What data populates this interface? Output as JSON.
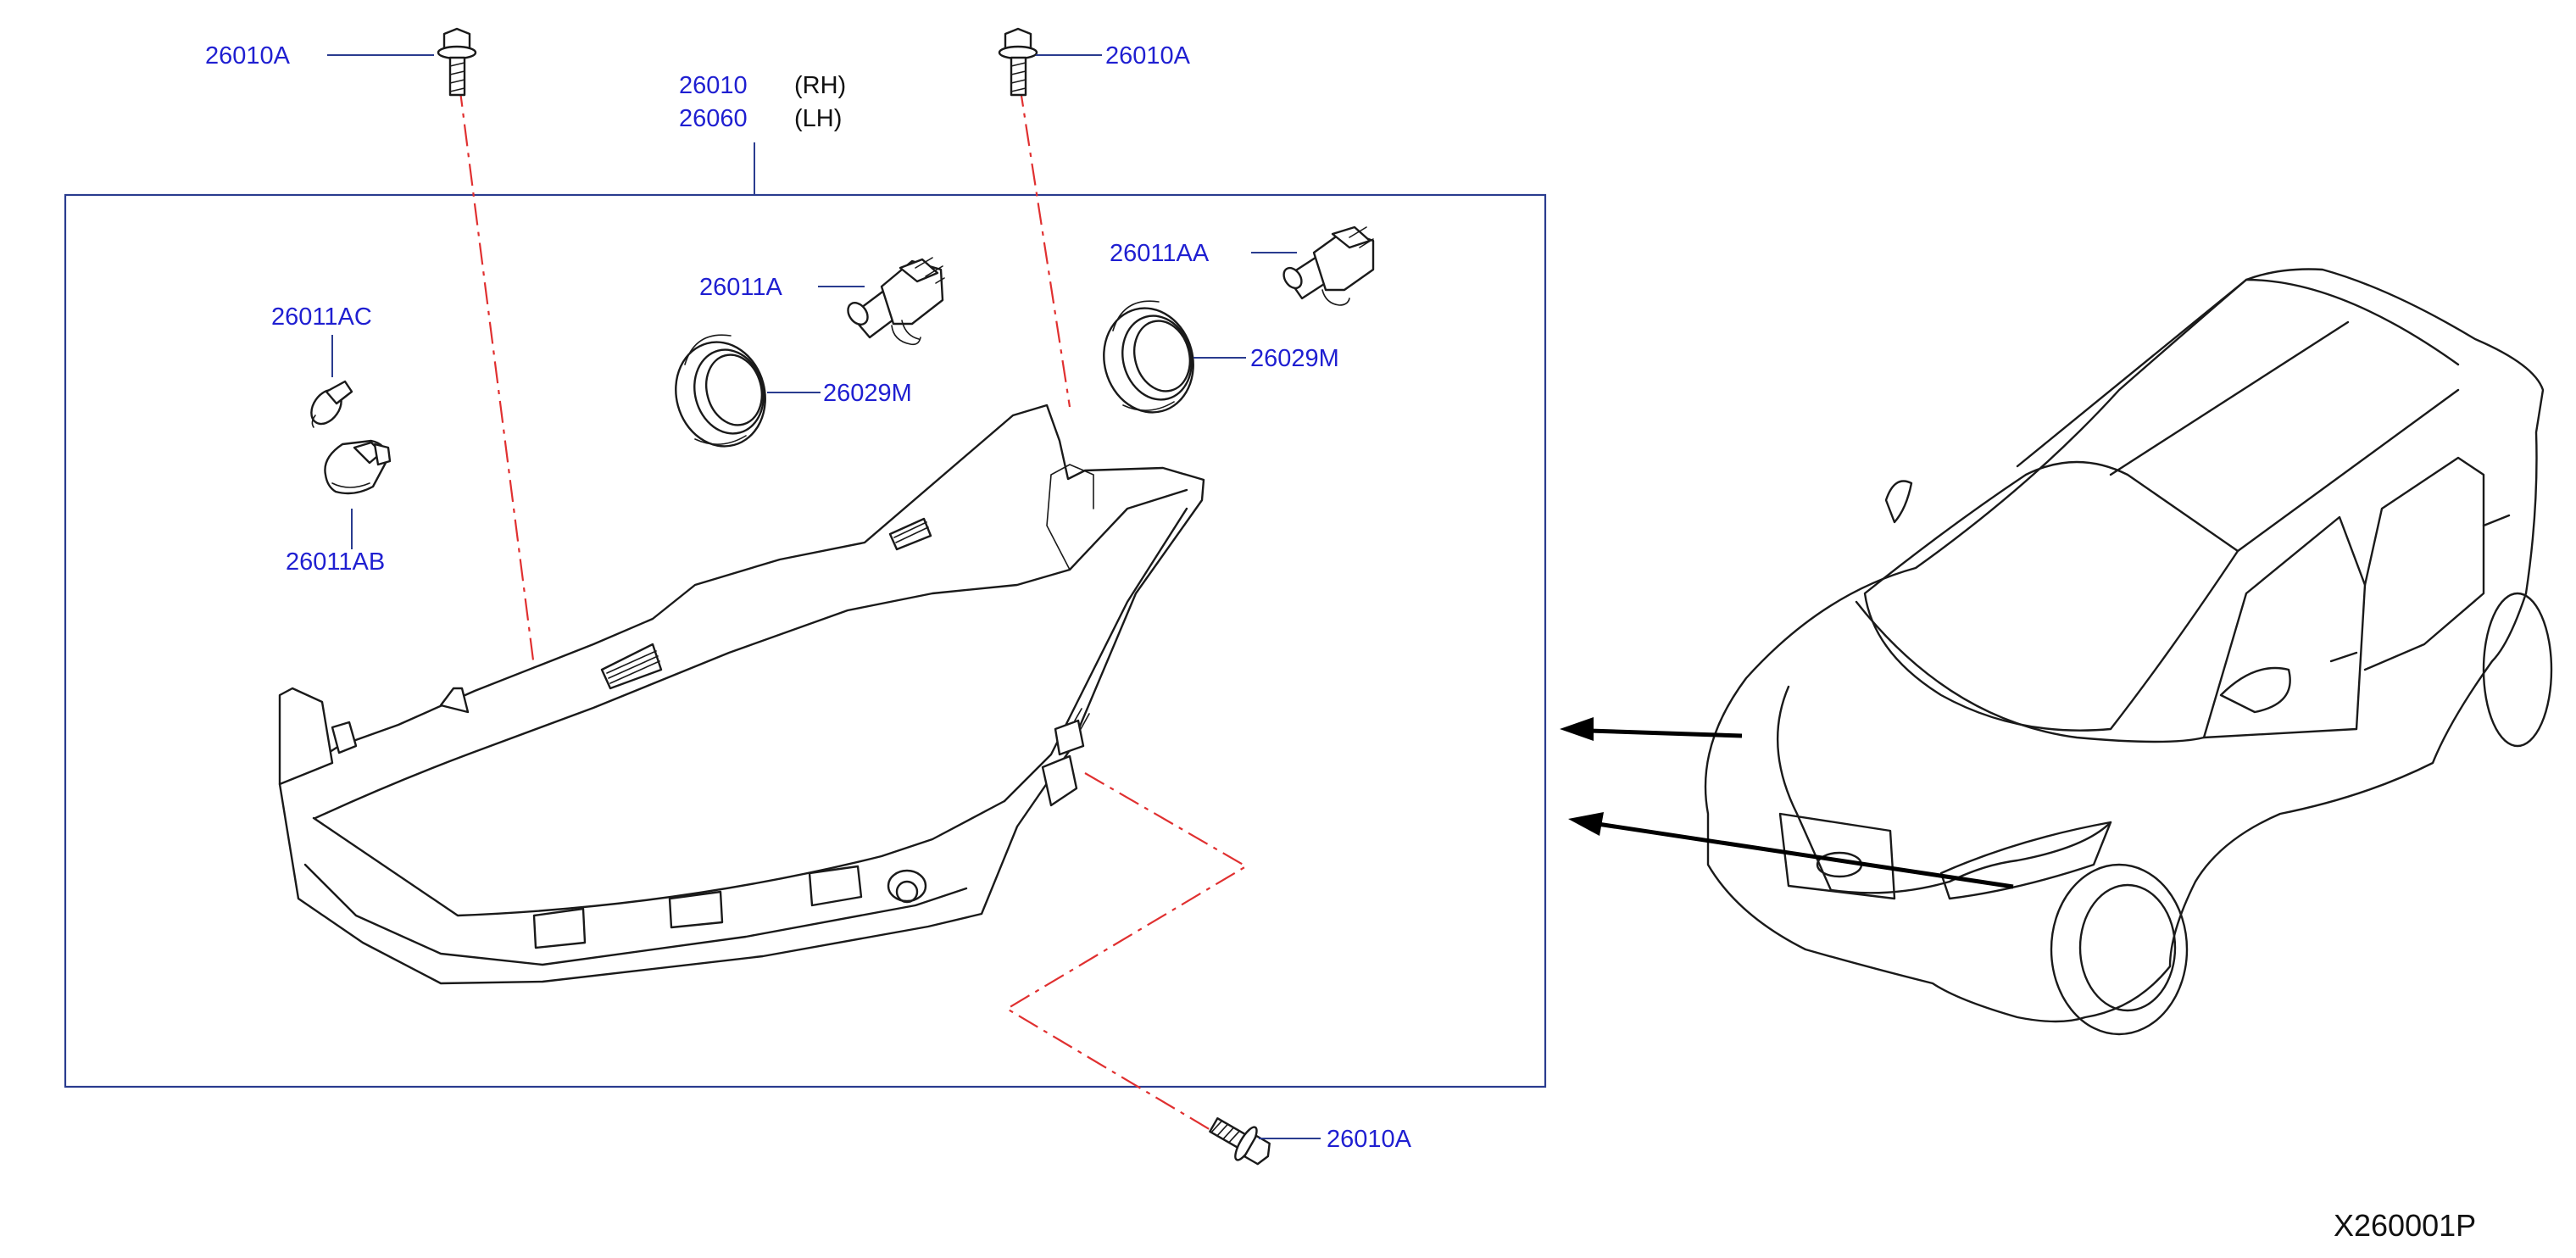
{
  "callouts": {
    "bolt_top_left": "26010A",
    "bolt_top_right": "26010A",
    "bolt_bottom": "26010A",
    "headlamp_rh_part": "26010",
    "headlamp_rh_side": "(RH)",
    "headlamp_lh_part": "26060",
    "headlamp_lh_side": "(LH)",
    "bulb_left_upper": "26011AC",
    "bulb_left_lower": "26011AB",
    "bulb_center": "26011A",
    "bulb_right": "26011AA",
    "cap_center": "26029M",
    "cap_right": "26029M"
  },
  "figure_ref": "X260001P",
  "colors": {
    "callout_text": "#1f1fd1",
    "leader_line": "#2a3c8f",
    "dash_line": "#e03030",
    "outline": "#1a1a1a"
  }
}
